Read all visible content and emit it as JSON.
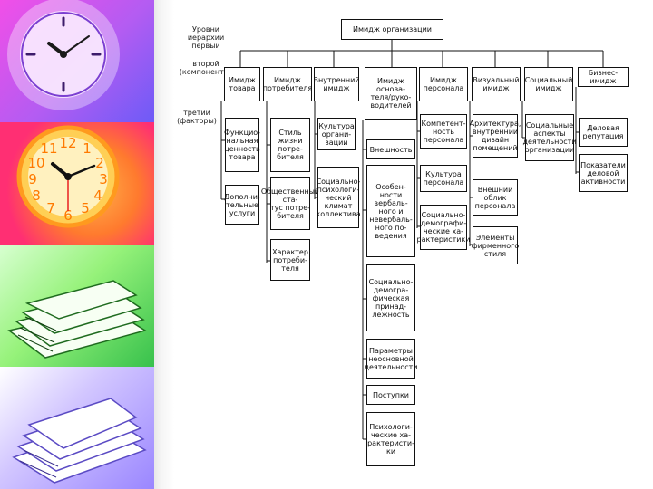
{
  "root": {
    "label": "Имидж организации"
  },
  "levels": {
    "first": "Уровни иерархии\nпервый",
    "second": "второй\n(компоненты)",
    "third": "третий\n(факторы)"
  },
  "components": [
    "Имидж\nтовара",
    "Имидж\nпотребителя",
    "Внутренний\nимидж",
    "Имидж\nоснова-\nтеля/руко-\nводителей",
    "Имидж\nперсонала",
    "Визуальный\nимидж",
    "Социальный\nимидж",
    "Бизнес-имидж"
  ],
  "factors": {
    "product": [
      "Функцио-\nнальная\nценность\nтовара",
      "Дополни-\nтельные\nуслуги"
    ],
    "consumer": [
      "Стиль\nжизни\nпотре-\nбителя",
      "Общественный ста-\nтус потре-\nбителя",
      "Характер\nпотреби-\nтеля"
    ],
    "internal": [
      "Культура\nоргани-\nзации",
      "Социально-\nпсихологи-\nческий\nклимат\nколлектива"
    ],
    "founder": [
      "Внешность",
      "Особен-\nности\nвербаль-\nного и\nневербаль-\nного по-\nведения",
      "Социально-\nдемогра-\nфическая\nпринад-\nлежность",
      "Параметры\nнеосновной\nдеятельности",
      "Поступки",
      "Психологи-\nческие ха-\nрактеристи-\nки"
    ],
    "staff": [
      "Компетент-\nность\nперсонала",
      "Культура\nперсонала",
      "Социально-\nдемографи-\nческие ха-\nрактеристики"
    ],
    "visual": [
      "Архитектура,\nвнутренний\nдизайн\nпомещений",
      "Внешний\nоблик\nперсонала",
      "Элементы\nфирменного\nстиля"
    ],
    "social": [
      "Социальные\nаспекты\nдеятельности\nорганизации"
    ],
    "business": [
      "Деловая\nрепутация",
      "Показатели\nделовой\nактивности"
    ]
  }
}
